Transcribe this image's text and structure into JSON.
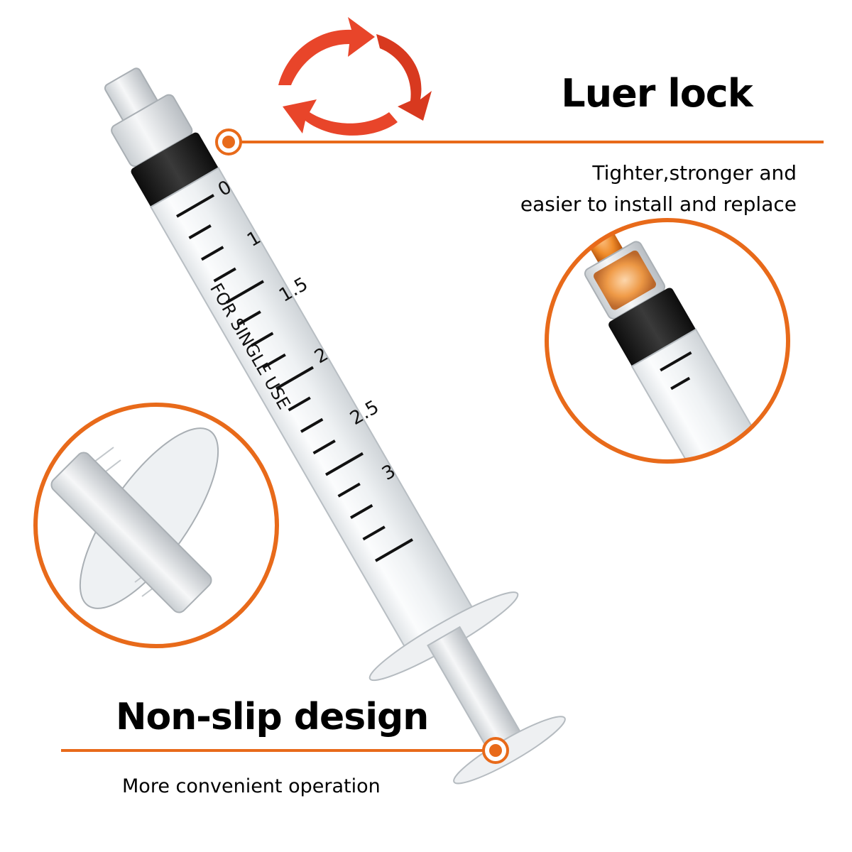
{
  "colors": {
    "accent": "#E86A1A",
    "arrow": "#E8452A",
    "plunger_seal": "#1c1c1c",
    "hub_orange": "#F08C2A"
  },
  "icons": {
    "rotate_arrows": "rotate-arrows-icon"
  },
  "features": {
    "luer_lock": {
      "title": "Luer lock",
      "description_lines": [
        "Tighter,stronger and",
        "easier to install and replace"
      ]
    },
    "non_slip": {
      "title": "Non-slip design",
      "description": "More convenient operation"
    }
  },
  "syringe": {
    "barrel_text": "FOR SINGLE USE",
    "scale_labels": [
      "0",
      "1",
      "1.5",
      "2",
      "2.5",
      "3"
    ]
  }
}
